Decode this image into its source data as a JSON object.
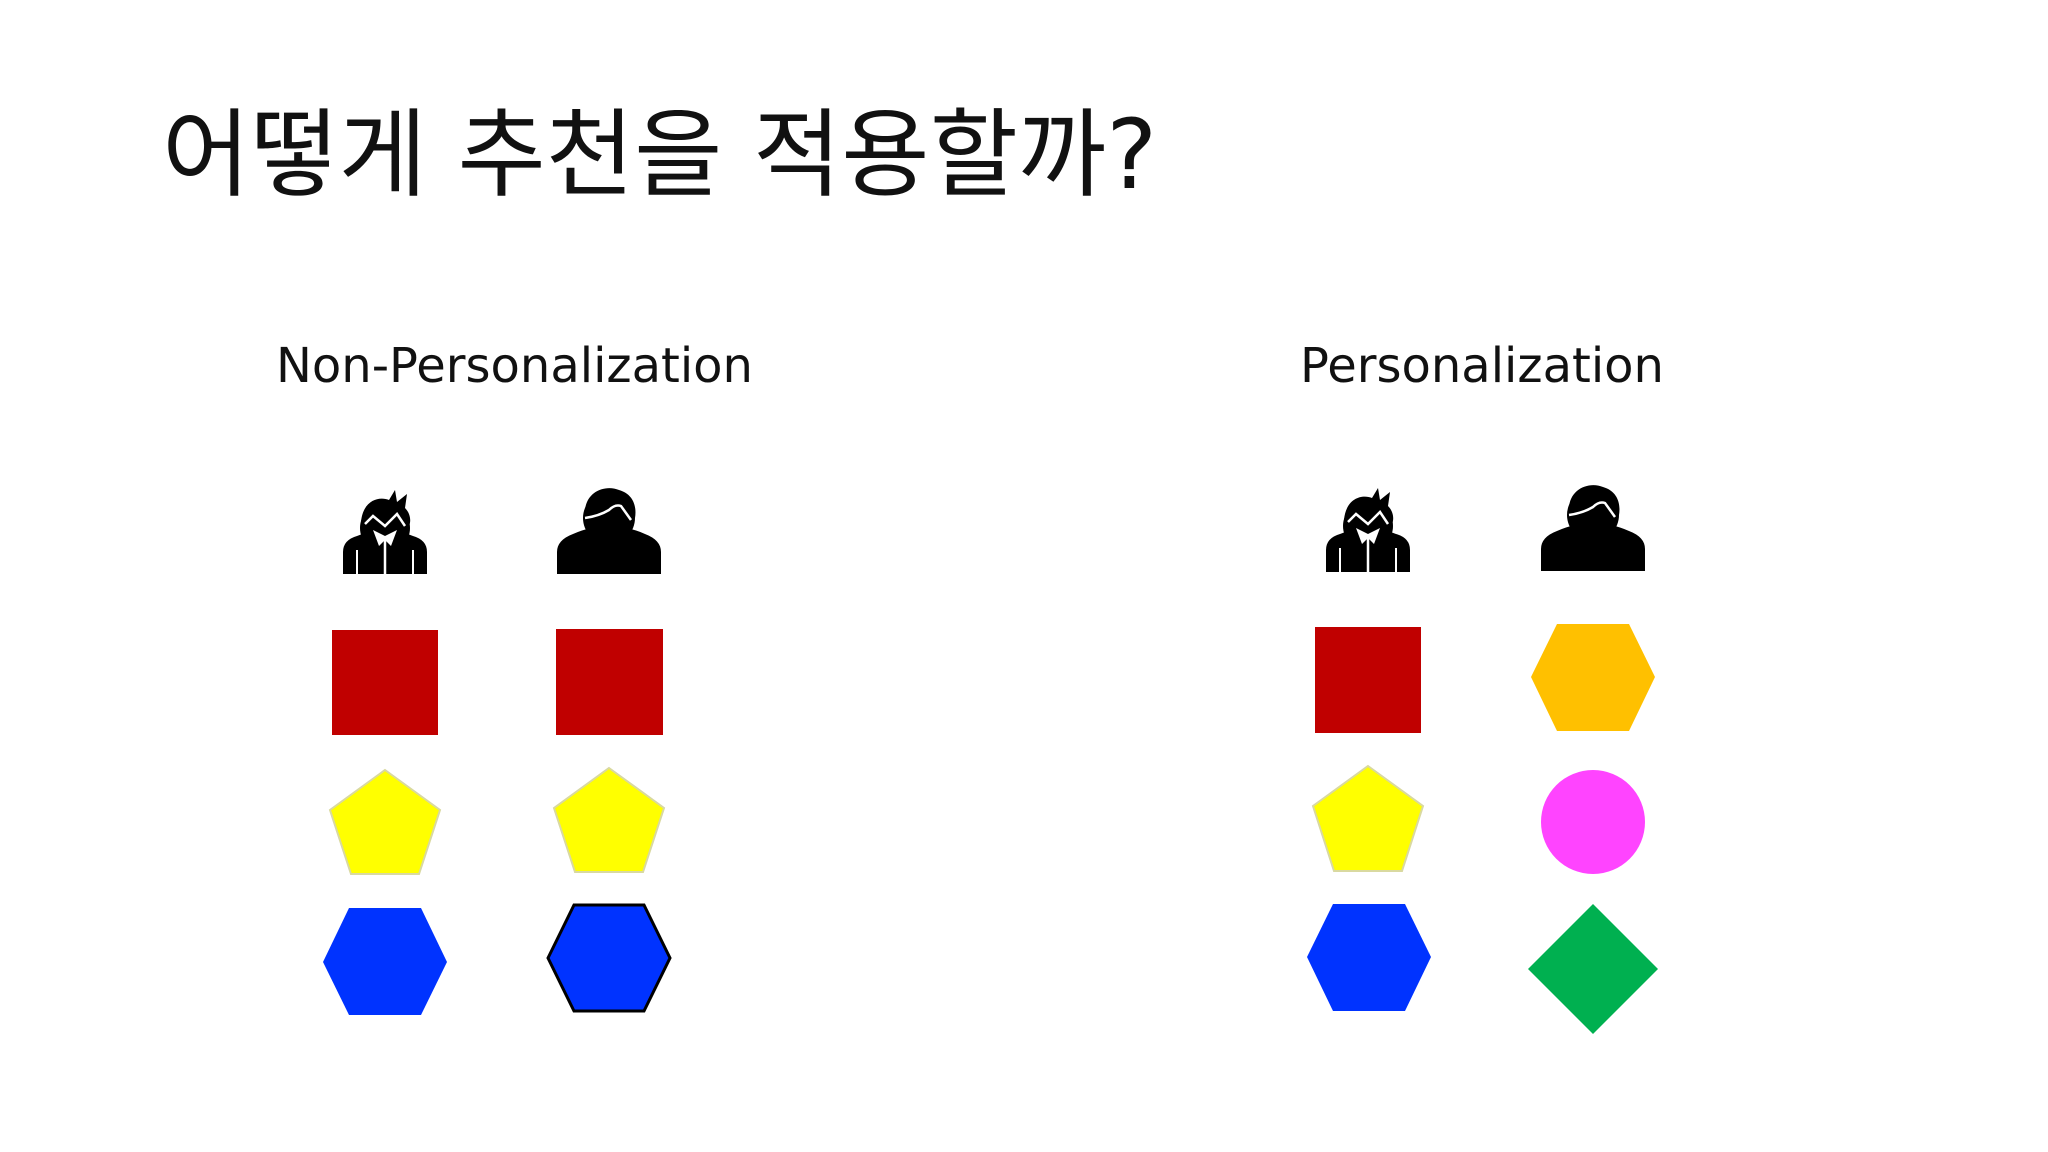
{
  "title": "어떻게 추천을 적용할까?",
  "sections": [
    {
      "label": "Non-Personalization",
      "users": [
        {
          "icon": "child-user-icon",
          "items": [
            "square",
            "pentagon",
            "hexagon"
          ]
        },
        {
          "icon": "adult-user-icon",
          "items": [
            "square",
            "pentagon",
            "hexagon"
          ]
        }
      ]
    },
    {
      "label": "Personalization",
      "users": [
        {
          "icon": "child-user-icon",
          "items": [
            "square",
            "pentagon",
            "hexagon"
          ]
        },
        {
          "icon": "adult-user-icon",
          "items": [
            "hexagon",
            "circle",
            "diamond"
          ]
        }
      ]
    }
  ],
  "shape_colors": {
    "square": "#c00000",
    "pentagon": "#ffff00",
    "hexagon-blue": "#0033ff",
    "hexagon-orange": "#ffc000",
    "circle": "#ff44ff",
    "diamond": "#00b050"
  }
}
